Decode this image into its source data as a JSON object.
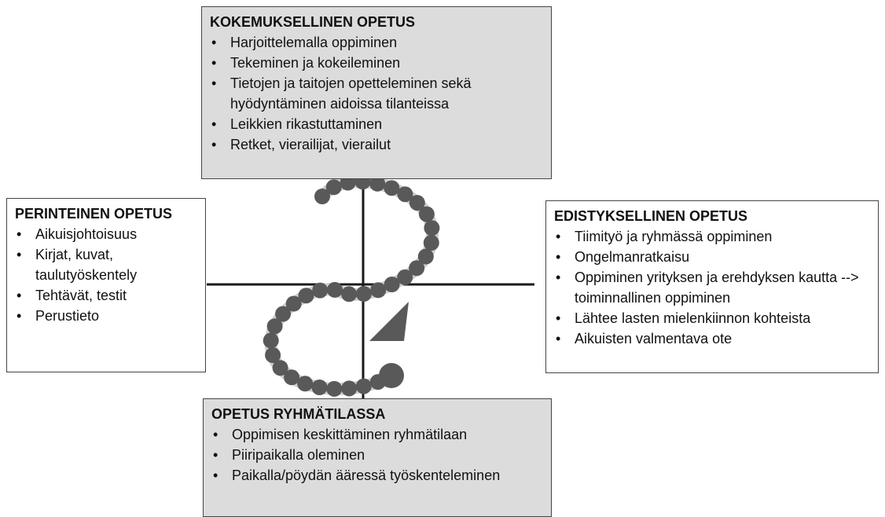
{
  "top": {
    "title": "KOKEMUKSELLINEN OPETUS",
    "items": [
      "Harjoittelemalla oppiminen",
      "Tekeminen ja kokeileminen",
      "Tietojen ja taitojen opetteleminen sekä hyödyntäminen aidoissa tilanteissa",
      "Leikkien rikastuttaminen",
      "Retket, vierailijat, vierailut"
    ]
  },
  "left": {
    "title": "PERINTEINEN OPETUS",
    "items": [
      "Aikuisjohtoisuus",
      "Kirjat, kuvat, taulutyöskentely",
      "Tehtävät, testit",
      "Perustieto"
    ]
  },
  "right": {
    "title": "EDISTYKSELLINEN OPETUS",
    "items": [
      "Tiimityö ja ryhmässä oppiminen",
      "Ongelmanratkaisu",
      "Oppiminen yrityksen ja erehdyksen kautta --> toiminnallinen oppiminen",
      "Lähtee lasten mielenkiinnon kohteista",
      "Aikuisten valmentava ote"
    ]
  },
  "bottom": {
    "title": "OPETUS RYHMÄTILASSA",
    "items": [
      "Oppimisen keskittäminen ryhmätilaan",
      "Piiripaikalla oleminen",
      "Paikalla/pöydän ääressä työskenteleminen"
    ]
  },
  "colors": {
    "box_grey": "#dcdcdc",
    "axis": "#1a1a1a",
    "path_light": "#cfcfcf",
    "dot": "#595959",
    "arrow": "#595959"
  }
}
